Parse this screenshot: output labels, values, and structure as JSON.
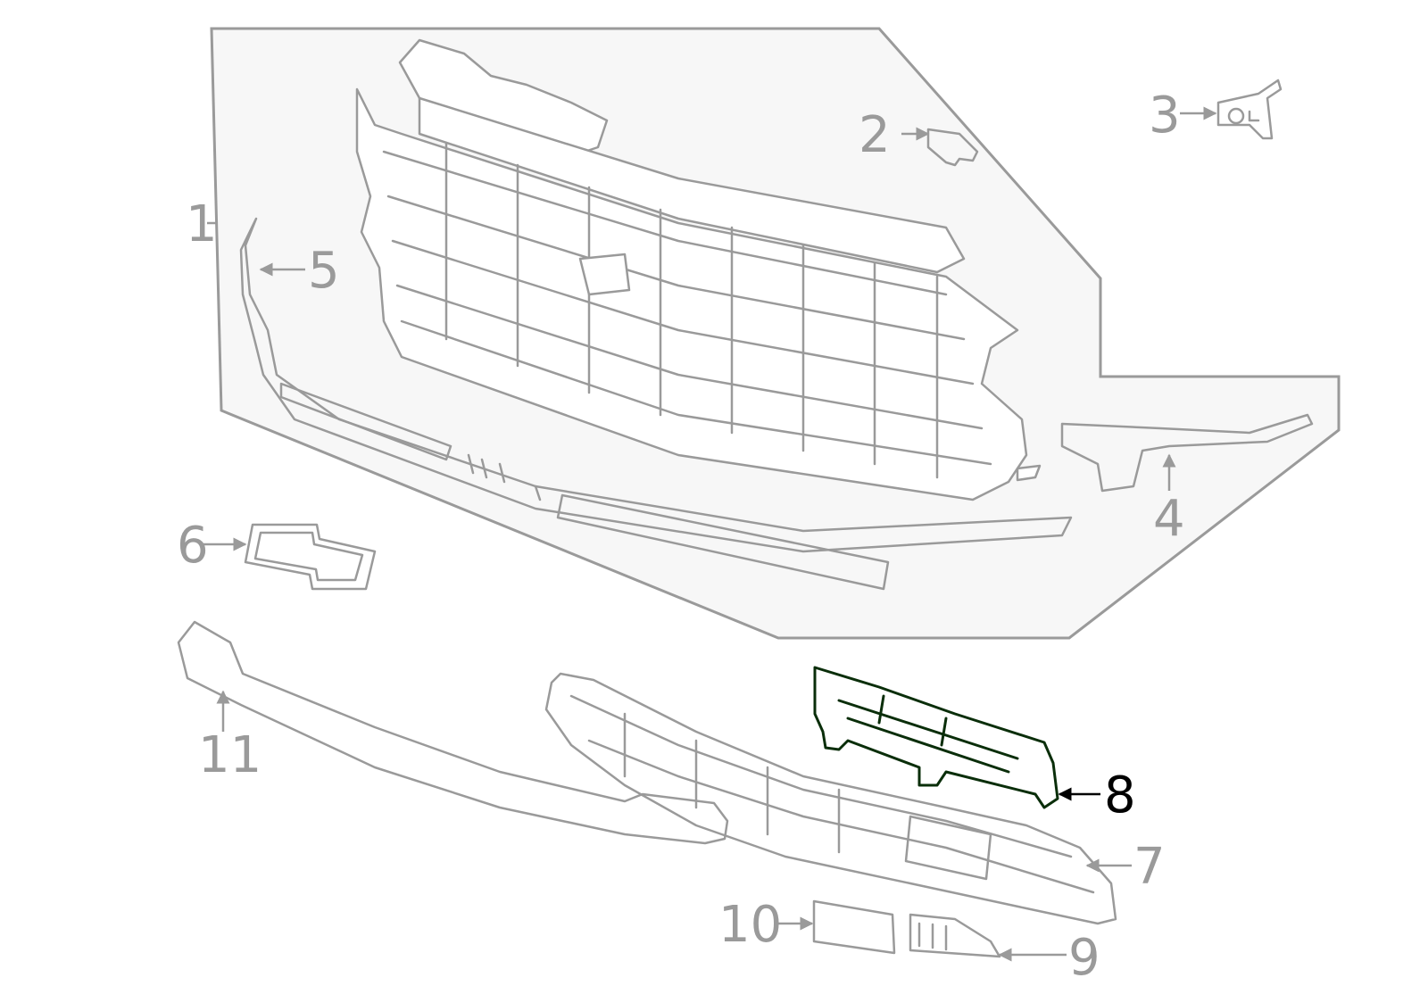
{
  "callouts": [
    {
      "id": "1",
      "label": "1"
    },
    {
      "id": "2",
      "label": "2"
    },
    {
      "id": "3",
      "label": "3"
    },
    {
      "id": "4",
      "label": "4"
    },
    {
      "id": "5",
      "label": "5"
    },
    {
      "id": "6",
      "label": "6"
    },
    {
      "id": "7",
      "label": "7"
    },
    {
      "id": "8",
      "label": "8"
    },
    {
      "id": "9",
      "label": "9"
    },
    {
      "id": "10",
      "label": "10"
    },
    {
      "id": "11",
      "label": "11"
    }
  ],
  "highlighted_part": "8",
  "colors": {
    "line": "#9a9a9a",
    "assembly_fill": "#f7f7f7",
    "highlight_fill": "#1e7f1e",
    "highlight_stroke": "#0a2e0a",
    "active_text": "#000000",
    "text": "#9a9a9a",
    "background": "#ffffff"
  }
}
